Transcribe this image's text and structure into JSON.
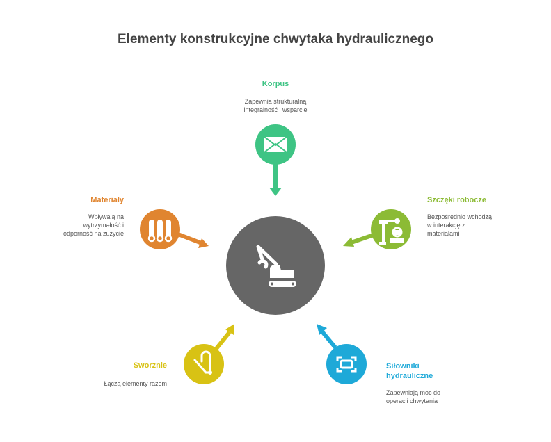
{
  "title": "Elementy konstrukcyjne chwytaka hydraulicznego",
  "center": {
    "icon": "excavator-icon",
    "color": "#666666"
  },
  "nodes": [
    {
      "id": "korpus",
      "label": "Korpus",
      "description_lines": [
        "Zapewnia strukturalną",
        "integralność i wsparcie"
      ],
      "icon": "envelope-icon",
      "color": "#3EC484"
    },
    {
      "id": "szczeki",
      "label": "Szczęki robocze",
      "description_lines": [
        "Bezpośrednio wchodzą",
        "w interakcję z",
        "materiałami"
      ],
      "icon": "robot-arm-icon",
      "color": "#8CBB35"
    },
    {
      "id": "silowniki",
      "label_lines": [
        "Siłowniki",
        "hydrauliczne"
      ],
      "description_lines": [
        "Zapewniają moc do",
        "operacji chwytania"
      ],
      "icon": "frame-icon",
      "color": "#1EA9D8"
    },
    {
      "id": "sworznie",
      "label": "Sworznie",
      "description_lines": [
        "Łączą elementy razem"
      ],
      "icon": "safety-pin-icon",
      "color": "#D8C214"
    },
    {
      "id": "materialy",
      "label": "Materiały",
      "description_lines": [
        "Wpływają na",
        "wytrzymałość i",
        "odporność na zużycie"
      ],
      "icon": "rollers-icon",
      "color": "#E08530"
    }
  ]
}
